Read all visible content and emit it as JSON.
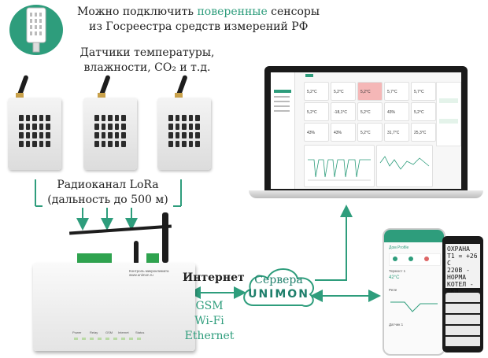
{
  "header": {
    "line1_pre": "Можно подключить ",
    "line1_hl": "поверенные",
    "line1_post": " сенсоры",
    "line2": "из Госреестра средств измерений РФ"
  },
  "sensors_caption": {
    "line1": "Датчики температуры,",
    "line2": "влажности, CO₂ и т.д."
  },
  "radio_caption": {
    "line1": "Радиоканал LoRa",
    "line2": "(дальность до 500 м)"
  },
  "gateway": {
    "label": "Контроль микроклимата\nwww.unimon.ru",
    "leds": [
      "Power",
      "Relay",
      "GSM",
      "Internet",
      "Status"
    ]
  },
  "internet_label": "Интернет",
  "channels": [
    "GSM",
    "Wi-Fi",
    "Ethernet"
  ],
  "cloud": {
    "line1": "Сервера",
    "brand": "UNIMON"
  },
  "laptop_cards": [
    "5,2°C",
    "5,2°C",
    "5,2°C",
    "5,7°C",
    "5,7°C",
    "5,2°C",
    "-18,1°C",
    "5,2°C",
    "43%",
    "5,2°C",
    "43%",
    "43%",
    "5,2°C",
    "31,7°C",
    "25,3°C"
  ],
  "phone": {
    "title": "Дом Profile",
    "sections": [
      "Термост 1",
      "Реле",
      "Датчик 1"
    ],
    "reading": "42°C"
  },
  "feature_phone": {
    "lines": [
      "ОХРАНА",
      "T1 = +26 C",
      "220В - НОРМА",
      "КОТЕЛ - ВКЛ"
    ]
  },
  "colors": {
    "accent_green": "#2e9d7c",
    "arrow_green": "#2e9d7c",
    "terminal_green": "#2fa34f",
    "alert_pink": "#f5b7b7"
  }
}
